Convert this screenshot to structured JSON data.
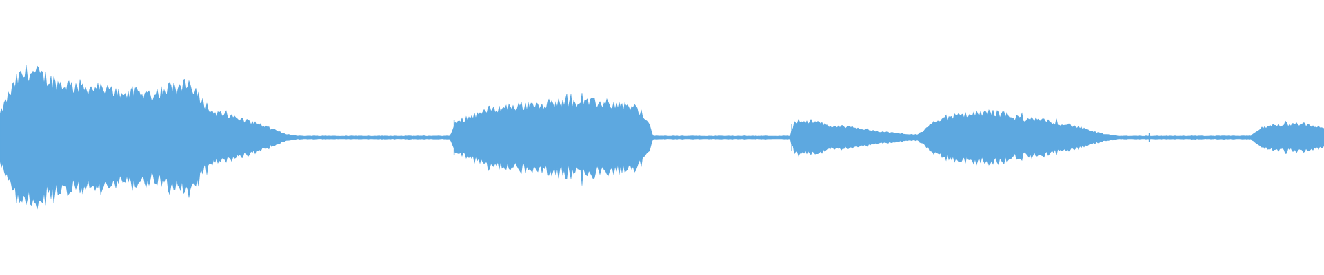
{
  "waveform": {
    "color": "#5DA8E0",
    "background": "#FFFFFF",
    "segments": [
      {
        "label": "burst-1",
        "start": 0.0,
        "end": 0.215,
        "peak": 0.92
      },
      {
        "label": "burst-2",
        "start": 0.343,
        "end": 0.492,
        "peak": 0.52
      },
      {
        "label": "burst-3",
        "start": 0.598,
        "end": 0.695,
        "peak": 0.26
      },
      {
        "label": "burst-4",
        "start": 0.698,
        "end": 0.835,
        "peak": 0.36
      },
      {
        "label": "burst-5",
        "start": 0.945,
        "end": 1.0,
        "peak": 0.2
      }
    ]
  }
}
